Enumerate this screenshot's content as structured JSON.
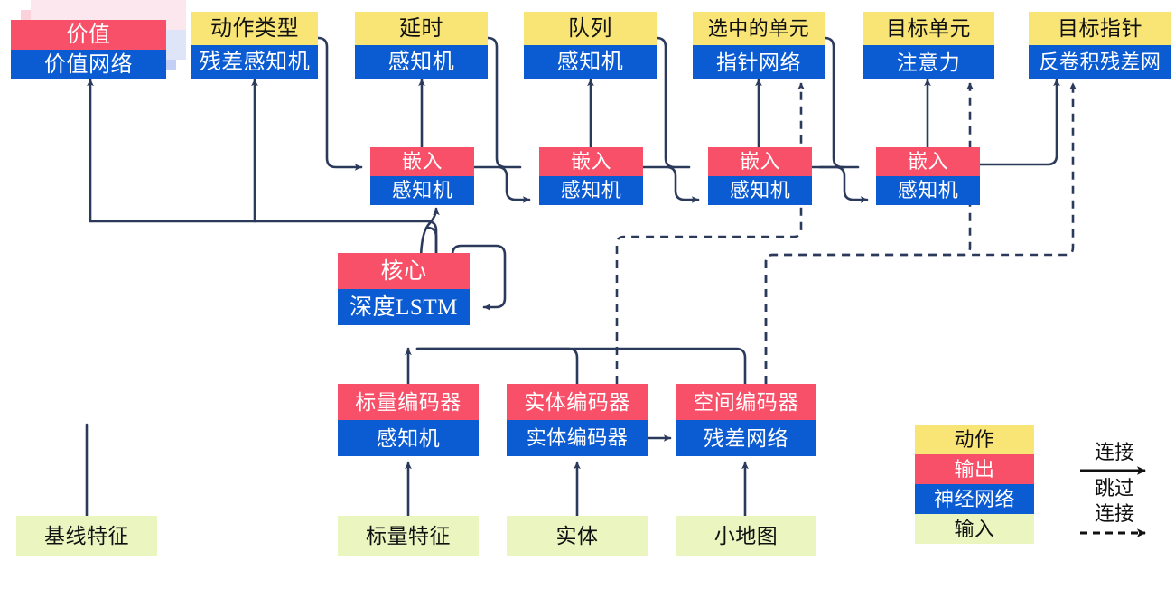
{
  "diagram": {
    "title": "Neural network agent architecture",
    "colors": {
      "action": "#F9E576",
      "output": "#F85069",
      "network": "#0B5BD3",
      "input": "#EAF5C0",
      "wire": "#2B3A5B"
    },
    "nodes": {
      "value": {
        "top": "价值",
        "bottom": "价值网络"
      },
      "action_type": {
        "top": "动作类型",
        "bottom": "残差感知机"
      },
      "delay": {
        "top": "延时",
        "bottom": "感知机"
      },
      "queued": {
        "top": "队列",
        "bottom": "感知机"
      },
      "selected_units": {
        "top": "选中的单元",
        "bottom": "指针网络"
      },
      "target_unit": {
        "top": "目标单元",
        "bottom": "注意力"
      },
      "target_point": {
        "top": "目标指针",
        "bottom": "反卷积残差网"
      },
      "embed1": {
        "top": "嵌入",
        "bottom": "感知机"
      },
      "embed2": {
        "top": "嵌入",
        "bottom": "感知机"
      },
      "embed3": {
        "top": "嵌入",
        "bottom": "感知机"
      },
      "embed4": {
        "top": "嵌入",
        "bottom": "感知机"
      },
      "core": {
        "top": "核心",
        "bottom": "深度LSTM"
      },
      "scalar_encoder": {
        "top": "标量编码器",
        "bottom": "感知机"
      },
      "entity_encoder": {
        "top": "实体编码器",
        "bottom": "实体编码器"
      },
      "spatial_encoder": {
        "top": "空间编码器",
        "bottom": "残差网络"
      },
      "baseline_features": {
        "label": "基线特征"
      },
      "scalar_features": {
        "label": "标量特征"
      },
      "entities": {
        "label": "实体"
      },
      "minimap": {
        "label": "小地图"
      }
    },
    "legend": {
      "swatches": [
        {
          "label": "动作",
          "kind": "action"
        },
        {
          "label": "输出",
          "kind": "output"
        },
        {
          "label": "神经网络",
          "kind": "net"
        },
        {
          "label": "输入",
          "kind": "input"
        }
      ],
      "connection_label": "连接",
      "skip_label_line1": "跳过",
      "skip_label_line2": "连接"
    }
  }
}
